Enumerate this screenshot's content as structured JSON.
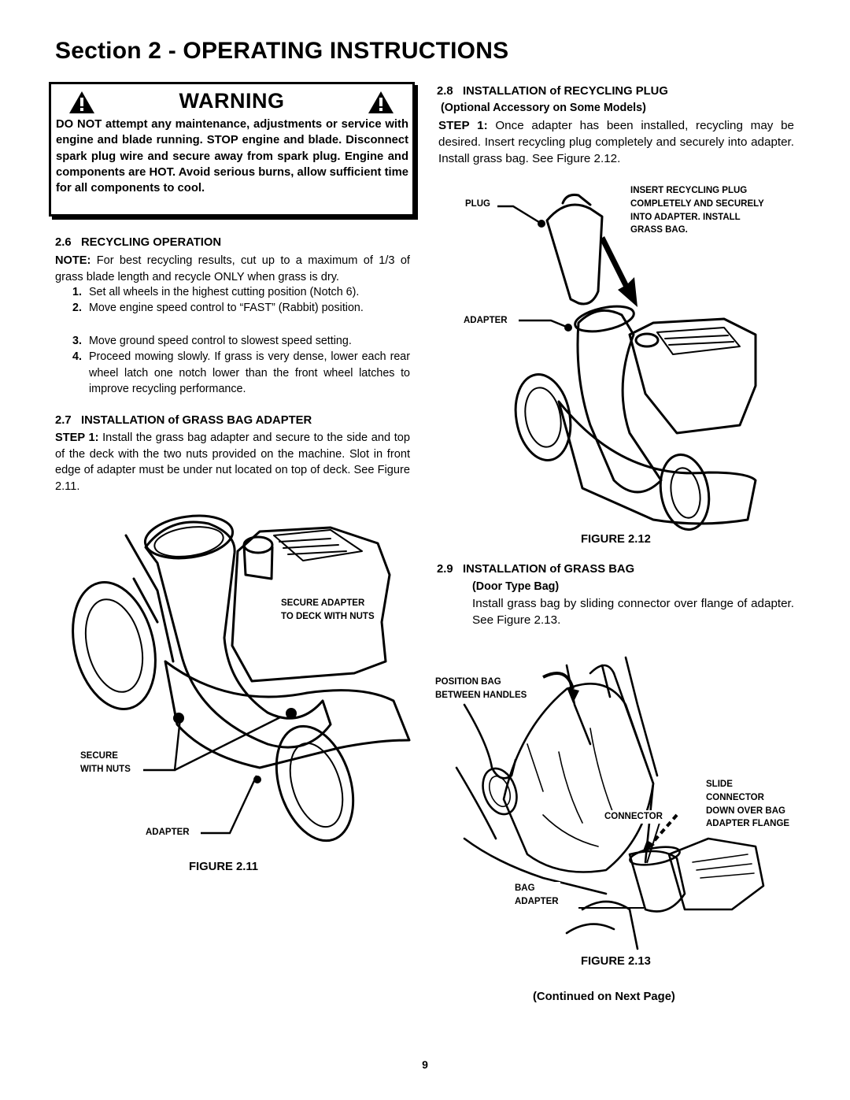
{
  "page": {
    "title": "Section 2 - OPERATING INSTRUCTIONS",
    "page_number": "9"
  },
  "warning": {
    "title": "WARNING",
    "body": "DO NOT attempt any maintenance, adjustments or service with engine and blade running. STOP engine and blade. Disconnect spark plug wire and secure away from spark plug. Engine and components are HOT. Avoid serious burns, allow sufficient time for all components to cool.",
    "icon": "warning-triangle-icon"
  },
  "s26": {
    "number": "2.6",
    "title": "RECYCLING OPERATION",
    "note_label": "NOTE:",
    "note_text": " For best recycling results, cut up to a maximum of 1/3 of grass blade length and recycle ONLY when grass is dry.",
    "steps": [
      {
        "n": "1.",
        "text": "Set all wheels in the highest cutting position (Notch 6)."
      },
      {
        "n": "2.",
        "text": "Move engine speed control to “FAST” (Rabbit) position."
      },
      {
        "n": "3.",
        "text": "Move ground speed control to slowest speed setting."
      },
      {
        "n": "4.",
        "text": "Proceed mowing slowly. If grass is very dense, lower each rear wheel latch one notch lower than the front wheel latches to improve recycling performance."
      }
    ]
  },
  "s27": {
    "number": "2.7",
    "title": "INSTALLATION of GRASS BAG ADAPTER",
    "step_label": "STEP 1:",
    "step_text": "  Install the grass bag adapter and secure to the side and top of the deck with the two nuts provided on the machine. Slot in front edge of adapter must be under nut located on top of deck. See Figure 2.11."
  },
  "fig211": {
    "label_secure_adapter": [
      "SECURE ADAPTER",
      "TO DECK WITH NUTS"
    ],
    "label_secure_nuts": [
      "SECURE",
      "WITH NUTS"
    ],
    "label_adapter": "ADAPTER",
    "caption": "FIGURE 2.11"
  },
  "s28": {
    "number": "2.8",
    "title": "INSTALLATION of RECYCLING PLUG",
    "subtitle": "(Optional Accessory on Some Models)",
    "step_label": "STEP 1:",
    "step_text": " Once adapter has been installed, recycling may be desired. Insert recycling plug completely and securely into adapter. Install grass bag. See Figure 2.12."
  },
  "fig212": {
    "label_plug": "PLUG",
    "label_insert": [
      "INSERT RECYCLING PLUG",
      "COMPLETELY AND SECURELY",
      "INTO ADAPTER. INSTALL",
      "GRASS BAG."
    ],
    "label_adapter": "ADAPTER",
    "caption": "FIGURE 2.12"
  },
  "s29": {
    "number": "2.9",
    "title": "INSTALLATION of GRASS BAG",
    "subtitle": "(Door Type Bag)",
    "text": "Install grass bag by sliding connector over flange of adapter. See Figure 2.13."
  },
  "fig213": {
    "label_position": [
      "POSITION BAG",
      "BETWEEN HANDLES"
    ],
    "label_slide": [
      "SLIDE",
      "CONNECTOR",
      "DOWN OVER BAG",
      "ADAPTER FLANGE"
    ],
    "label_connector": "CONNECTOR",
    "label_bag_adapter": [
      "BAG",
      "ADAPTER"
    ],
    "caption": "FIGURE 2.13"
  },
  "footer": {
    "continued": "(Continued on Next Page)"
  }
}
